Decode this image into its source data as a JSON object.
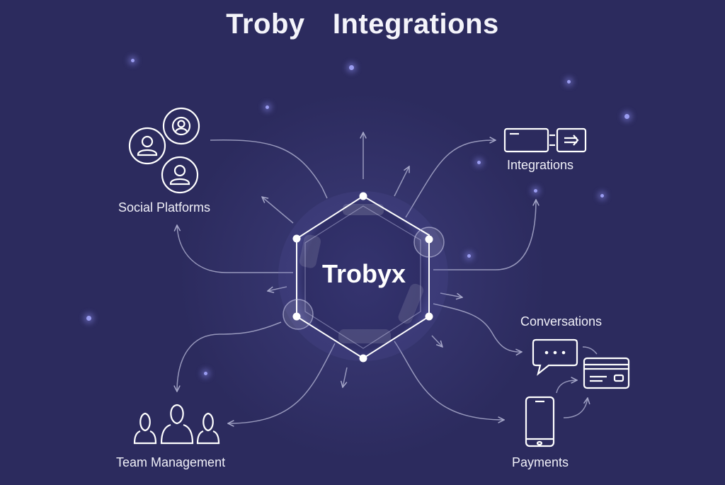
{
  "title": "Troby  Integrations",
  "hub": {
    "label": "Trobyx"
  },
  "nodes": [
    {
      "id": "social",
      "label": "Social Platforms",
      "icon": "user-circles-icon"
    },
    {
      "id": "integrations",
      "label": "Integrations",
      "icon": "connected-panels-arrow-icon"
    },
    {
      "id": "conversations",
      "label": "Conversations",
      "icon": "chat-bubble-icon"
    },
    {
      "id": "payments",
      "label": "Payments",
      "icon": "smartphone-icon",
      "secondary_icon": "credit-card-icon"
    },
    {
      "id": "team",
      "label": "Team Management",
      "icon": "team-people-icon"
    }
  ],
  "colors": {
    "background": "#2c2b5e",
    "line": "#a9aacb",
    "icon_stroke": "#ffffff",
    "glow": "#9a9cf0"
  }
}
